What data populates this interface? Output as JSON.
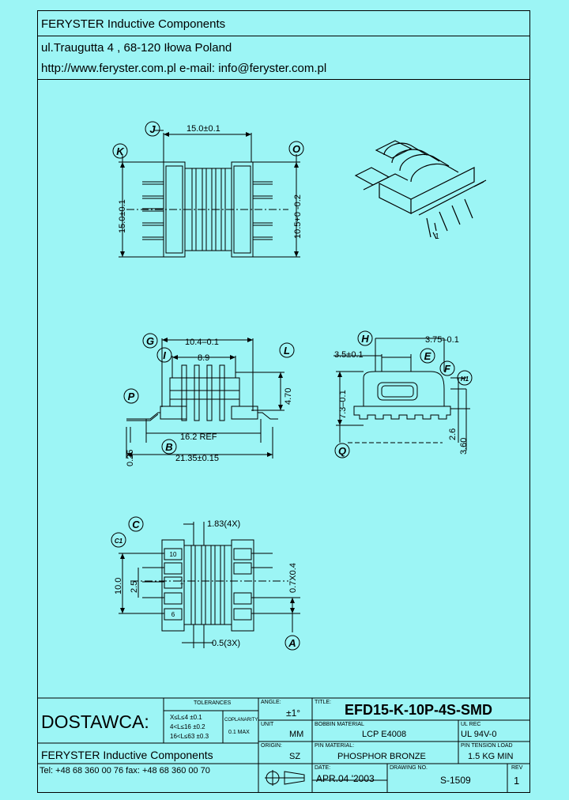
{
  "header": {
    "company": "FERYSTER Inductive Components",
    "address": "ul.Traugutta 4 , 68-120 Iłowa   Poland",
    "contact": "http://www.feryster.com.pl    e-mail: info@feryster.com.pl"
  },
  "drawing": {
    "callouts": [
      "J",
      "K",
      "O",
      "G",
      "I",
      "L",
      "P",
      "B",
      "H",
      "E",
      "F",
      "H1",
      "Q",
      "C",
      "C1",
      "A"
    ],
    "dims": {
      "width_top": "15.0±0.1",
      "height_left": "15.0±0.1",
      "height_right": "10.5+0 -0.2",
      "width_side": "10.4–0.1",
      "inner": "8.9",
      "height_side": "4.70",
      "ref": "16.2 REF",
      "overall": "21.35±0.15",
      "thick": "0.25",
      "end_w": "3.5±0.1",
      "end_r": "3.75–0.1",
      "end_h": "7.3–0.1",
      "end_26": "2.6",
      "end_360": "3.60",
      "pitch": "1.83(4X)",
      "h100": "10.0",
      "h25": "2.5",
      "pin_w": "0.7X0.4",
      "gap": "0.5(3X)"
    },
    "pin_labels": [
      "10",
      "1",
      "6",
      "1"
    ],
    "pin_number": "1"
  },
  "title_block": {
    "supplier_label": "DOSTAWCA:",
    "company": "FERYSTER Inductive Components",
    "phone": "Tel: +48 68 360 00 76  fax: +48 68 360 00 70",
    "tolerances_label": "TOLERANCES",
    "tol_rows": [
      "X≤L≤4   ±0.1",
      "4<L≤16  ±0.2",
      "16<L≤63  ±0.3"
    ],
    "coplanarity_label": "COPLANARITY",
    "coplanarity_value": "0.1 MAX",
    "angle_label": "ANGLE:",
    "angle_value": "±1°",
    "title_label": "TITLE:",
    "title_value": "EFD15-K-10P-4S-SMD",
    "unit_label": "UNIT",
    "unit_value": "MM",
    "bobbin_label": "BOBBIN MATERIAL",
    "bobbin_value": "LCP E4008",
    "ul_label": "UL REC",
    "ul_value": "UL 94V-0",
    "origin_label": "ORIGIN:",
    "origin_value": "SZ",
    "pin_mat_label": "PIN MATERIAL:",
    "pin_mat_value": "PHOSPHOR BRONZE",
    "pin_tension_label": "PIN TENSION LOAD",
    "pin_tension_value": "1.5 KG MIN",
    "date_label": "DATE:",
    "date_value": "APR.04 '2003",
    "drawing_label": "DRAWING NO.",
    "drawing_value": "S-1509",
    "rev_label": "REV",
    "rev_value": "1"
  },
  "colors": {
    "background": "#9cf5f5",
    "ink": "#000000"
  }
}
